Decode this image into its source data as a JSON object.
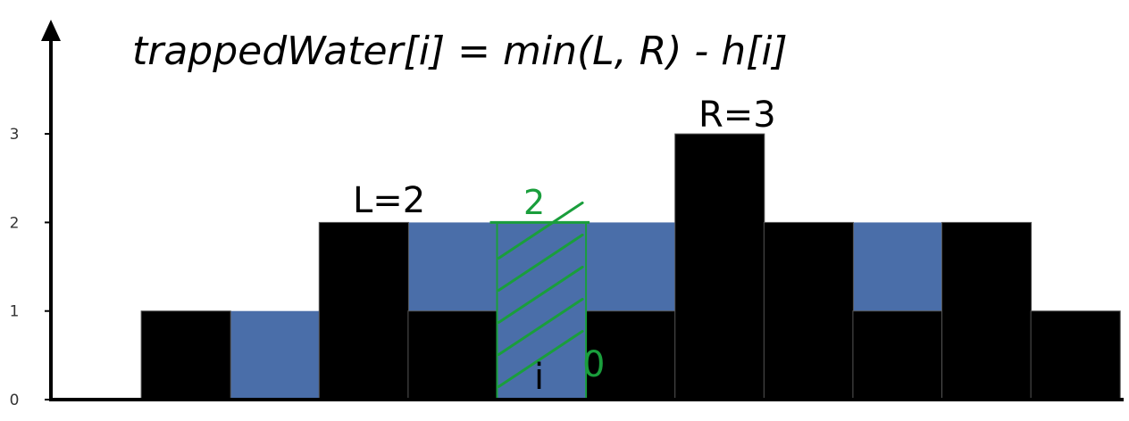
{
  "formula": "trappedWater[i] = min(L, R) - h[i]",
  "annotations": {
    "left_max": "L=2",
    "right_max": "R=3",
    "water_level": "2",
    "index_label": "i",
    "height_value": "0"
  },
  "colors": {
    "bar": "#000000",
    "water": "#4a6ea9",
    "highlight": "#1a9e3c",
    "axis": "#000000"
  },
  "chart_data": {
    "type": "bar",
    "title": "trappedWater[i] = min(L, R) - h[i]",
    "xlabel": "",
    "ylabel": "",
    "y_ticks": [
      "0",
      "1",
      "2",
      "3"
    ],
    "ylim": [
      0,
      4
    ],
    "heights": [
      0,
      1,
      0,
      2,
      1,
      0,
      1,
      3,
      2,
      1,
      2,
      1
    ],
    "water": [
      0,
      0,
      1,
      0,
      1,
      2,
      1,
      0,
      0,
      1,
      0,
      0
    ],
    "highlight_index": 5,
    "legend": "none",
    "grid": false
  }
}
